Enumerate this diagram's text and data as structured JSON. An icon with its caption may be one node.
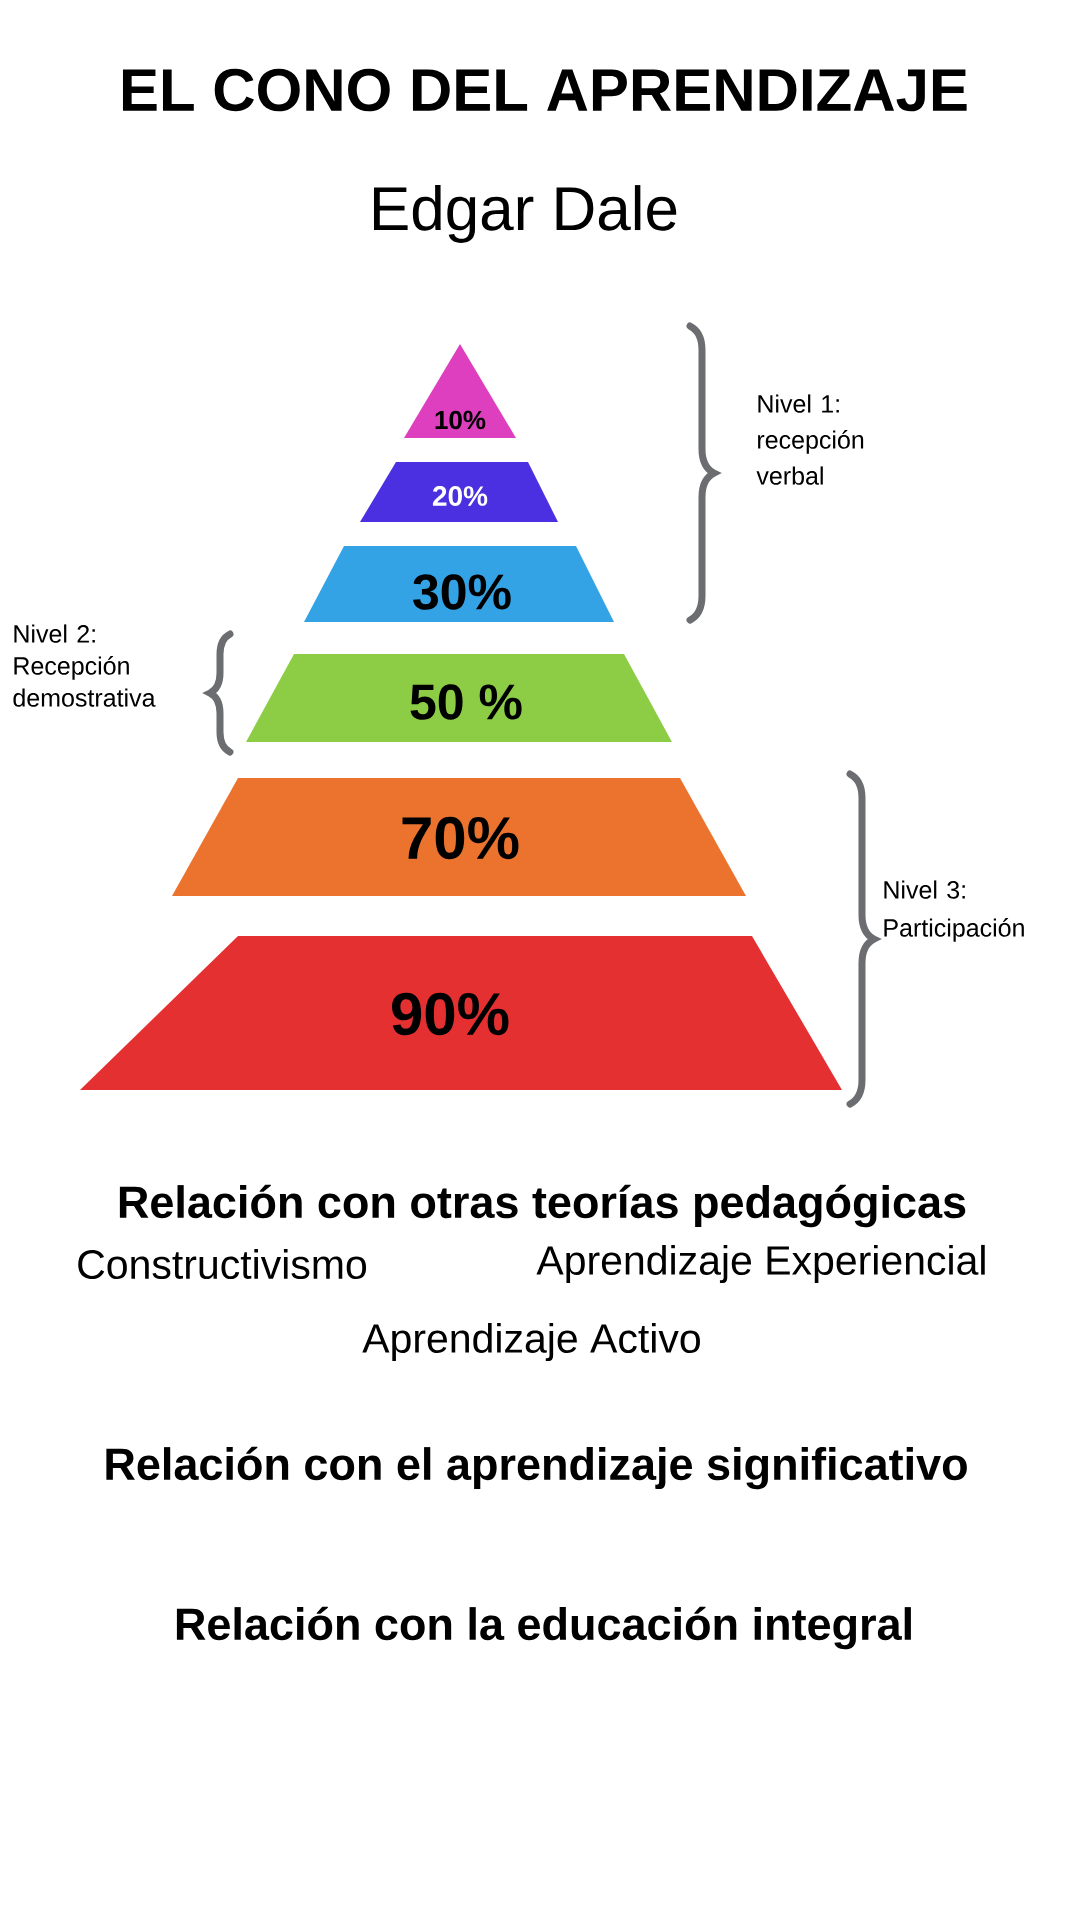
{
  "diagram": {
    "title": "EL CONO DEL APRENDIZAJE",
    "nodes": [
      {
        "text": [
          "10%"
        ]
      },
      {
        "text": [
          "20%"
        ]
      },
      {
        "text": [
          "30%"
        ]
      },
      {
        "text": [
          "50 %"
        ]
      },
      {
        "text": [
          "70%"
        ]
      },
      {
        "text": [
          "90%"
        ]
      }
    ],
    "labels": [
      "Edgar Dale",
      "Nivel 1: recepción verbal",
      "Nivel 2: Recepción demostrativa",
      "Nivel 3: Participación",
      "Relación con otras teorías pedagógicas",
      "Constructivismo",
      "Aprendizaje Experiencial",
      "Aprendizaje Activo",
      "Relación con el aprendizaje significativo",
      "Relación con la educación integral"
    ]
  }
}
